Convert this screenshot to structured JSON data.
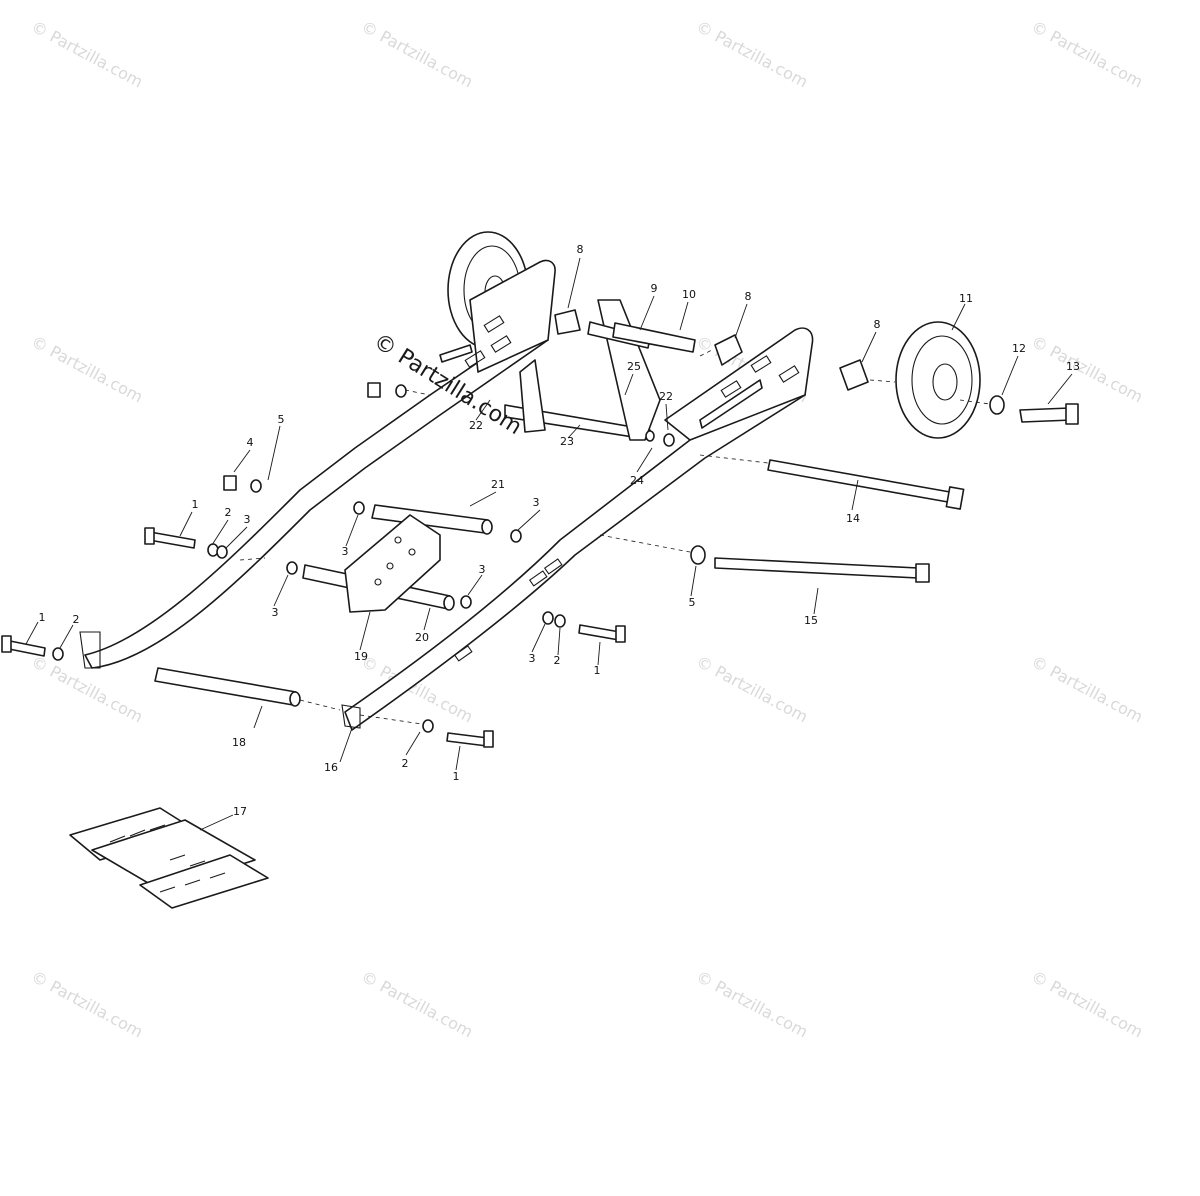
{
  "watermark": {
    "text": "© Partzilla.com",
    "color": "#d9d9d9"
  },
  "center_watermark": {
    "text": "© Partzilla.com"
  },
  "callouts": [
    {
      "id": "c-8a",
      "label": "8"
    },
    {
      "id": "c-9",
      "label": "9"
    },
    {
      "id": "c-10",
      "label": "10"
    },
    {
      "id": "c-8b",
      "label": "8"
    },
    {
      "id": "c-11",
      "label": "11"
    },
    {
      "id": "c-8c",
      "label": "8"
    },
    {
      "id": "c-12",
      "label": "12"
    },
    {
      "id": "c-13",
      "label": "13"
    },
    {
      "id": "c-25",
      "label": "25"
    },
    {
      "id": "c-22a",
      "label": "22"
    },
    {
      "id": "c-22b",
      "label": "22"
    },
    {
      "id": "c-23",
      "label": "23"
    },
    {
      "id": "c-24",
      "label": "24"
    },
    {
      "id": "c-4",
      "label": "4"
    },
    {
      "id": "c-5a",
      "label": "5"
    },
    {
      "id": "c-21",
      "label": "21"
    },
    {
      "id": "c-14",
      "label": "14"
    },
    {
      "id": "c-1a",
      "label": "1"
    },
    {
      "id": "c-2a",
      "label": "2"
    },
    {
      "id": "c-3a",
      "label": "3"
    },
    {
      "id": "c-3b",
      "label": "3"
    },
    {
      "id": "c-3c",
      "label": "3"
    },
    {
      "id": "c-3d",
      "label": "3"
    },
    {
      "id": "c-3e",
      "label": "3"
    },
    {
      "id": "c-5b",
      "label": "5"
    },
    {
      "id": "c-15",
      "label": "15"
    },
    {
      "id": "c-3f",
      "label": "3"
    },
    {
      "id": "c-2b",
      "label": "2"
    },
    {
      "id": "c-1b",
      "label": "1"
    },
    {
      "id": "c-19",
      "label": "19"
    },
    {
      "id": "c-20",
      "label": "20"
    },
    {
      "id": "c-1c",
      "label": "1"
    },
    {
      "id": "c-2c",
      "label": "2"
    },
    {
      "id": "c-18",
      "label": "18"
    },
    {
      "id": "c-16",
      "label": "16"
    },
    {
      "id": "c-2d",
      "label": "2"
    },
    {
      "id": "c-1d",
      "label": "1"
    },
    {
      "id": "c-17",
      "label": "17"
    },
    {
      "id": "c-3g",
      "label": "3"
    }
  ]
}
